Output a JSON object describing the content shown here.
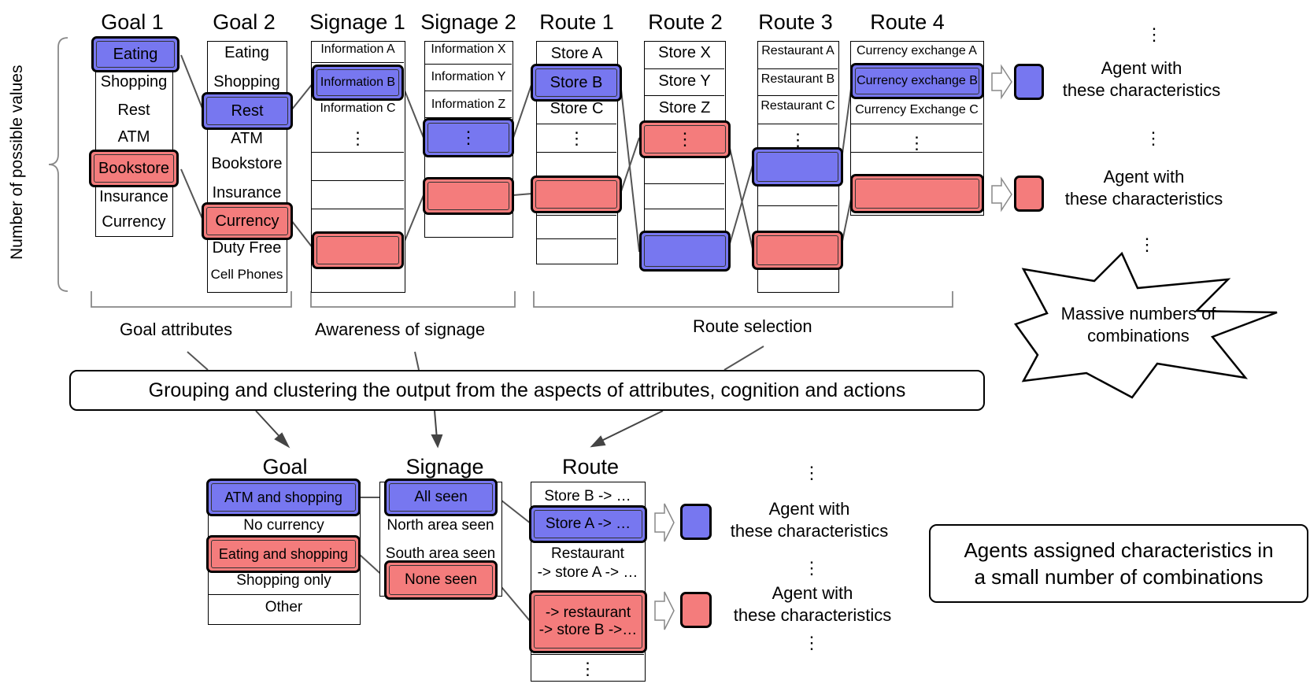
{
  "colors": {
    "blue": "#7777f0",
    "red": "#f47c7c",
    "line": "#555555"
  },
  "top": {
    "side_label": "Number of possible values",
    "goal1": {
      "header": "Goal 1",
      "items": [
        "Eating",
        "Shopping",
        "Rest",
        "ATM",
        "Bookstore",
        "Insurance",
        "Currency"
      ]
    },
    "goal2": {
      "header": "Goal 2",
      "items": [
        "Eating",
        "Shopping",
        "Rest",
        "ATM",
        "Bookstore",
        "Insurance",
        "Currency",
        "Duty Free",
        "Cell Phones"
      ]
    },
    "signage1": {
      "header": "Signage 1",
      "items": [
        "Information A",
        "Information B",
        "Information C",
        "⋮"
      ]
    },
    "signage2": {
      "header": "Signage 2",
      "items": [
        "Information X",
        "Information Y",
        "Information Z",
        "⋮"
      ]
    },
    "route1": {
      "header": "Route 1",
      "items": [
        "Store A",
        "Store B",
        "Store C",
        "⋮"
      ]
    },
    "route2": {
      "header": "Route 2",
      "items": [
        "Store X",
        "Store Y",
        "Store Z",
        "⋮"
      ]
    },
    "route3": {
      "header": "Route 3",
      "items": [
        "Restaurant A",
        "Restaurant B",
        "Restaurant C",
        "⋮"
      ]
    },
    "route4": {
      "header": "Route 4",
      "items": [
        "Currency exchange A",
        "Currency exchange B",
        "Currency Exchange C",
        "⋮"
      ]
    },
    "groups": [
      "Goal attributes",
      "Awareness of signage",
      "Route selection"
    ],
    "agent_text": "Agent with\nthese characteristics",
    "burst_text": "Massive numbers of\ncombinations",
    "vdots": "⋮"
  },
  "middle": {
    "grouping_text": "Grouping and clustering the output from the aspects of attributes, cognition and actions"
  },
  "bottom": {
    "goal": {
      "header": "Goal",
      "items": [
        "ATM and shopping",
        "No currency",
        "Eating and shopping",
        "Shopping only",
        "Other"
      ]
    },
    "signage": {
      "header": "Signage",
      "items": [
        "All seen",
        "North area seen",
        "South area seen",
        "None seen"
      ]
    },
    "route": {
      "header": "Route",
      "items": [
        "Store B -> …",
        "Store A -> …",
        "Restaurant",
        "-> store A -> …",
        "-> restaurant",
        "-> store B ->…",
        "⋮"
      ]
    },
    "agent_text": "Agent with\nthese characteristics",
    "summary_text": "Agents assigned characteristics in\na small number of combinations"
  }
}
